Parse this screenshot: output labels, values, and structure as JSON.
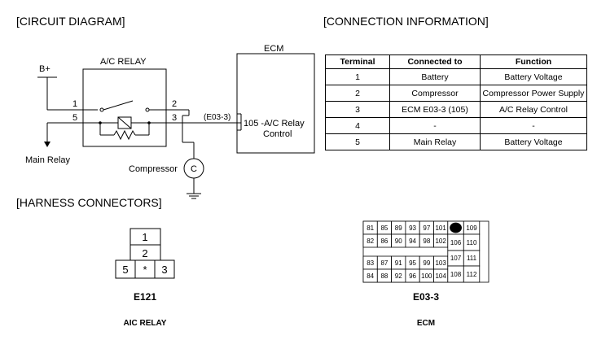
{
  "sections": {
    "circuit_diagram": "[CIRCUIT DIAGRAM]",
    "connection_information": "[CONNECTION INFORMATION]",
    "harness_connectors": "[HARNESS CONNECTORS]"
  },
  "circuit": {
    "b_plus": "B+",
    "relay_title": "A/C RELAY",
    "pin_1": "1",
    "pin_2": "2",
    "pin_3": "3",
    "pin_5": "5",
    "main_relay": "Main Relay",
    "ecm_title": "ECM",
    "ecm_connector_ref": "(E03-3)",
    "ecm_pin_line1": "105 -A/C Relay",
    "ecm_pin_line2": "Control",
    "compressor_label": "Compressor",
    "compressor_symbol": "C"
  },
  "connection_table": {
    "headers": [
      "Terminal",
      "Connected to",
      "Function"
    ],
    "rows": [
      [
        "1",
        "Battery",
        "Battery Voltage"
      ],
      [
        "2",
        "Compressor",
        "Compressor Power Supply"
      ],
      [
        "3",
        "ECM E03-3 (105)",
        "A/C Relay Control"
      ],
      [
        "4",
        "-",
        "-"
      ],
      [
        "5",
        "Main Relay",
        "Battery Voltage"
      ]
    ]
  },
  "relay_connector": {
    "pins": [
      "1",
      "2",
      "5",
      "*",
      "3"
    ],
    "code": "E121",
    "name": "AIC RELAY"
  },
  "ecm_connector": {
    "pins_a": [
      [
        "81",
        "85",
        "89",
        "93",
        "97",
        "101"
      ],
      [
        "82",
        "86",
        "90",
        "94",
        "98",
        "102"
      ],
      [
        "83",
        "87",
        "91",
        "95",
        "99",
        "103"
      ],
      [
        "84",
        "88",
        "92",
        "96",
        "100",
        "104"
      ]
    ],
    "pins_b": [
      "109",
      "106",
      "110",
      "107",
      "111",
      "108",
      "112"
    ],
    "code": "E03-3",
    "name": "ECM"
  }
}
